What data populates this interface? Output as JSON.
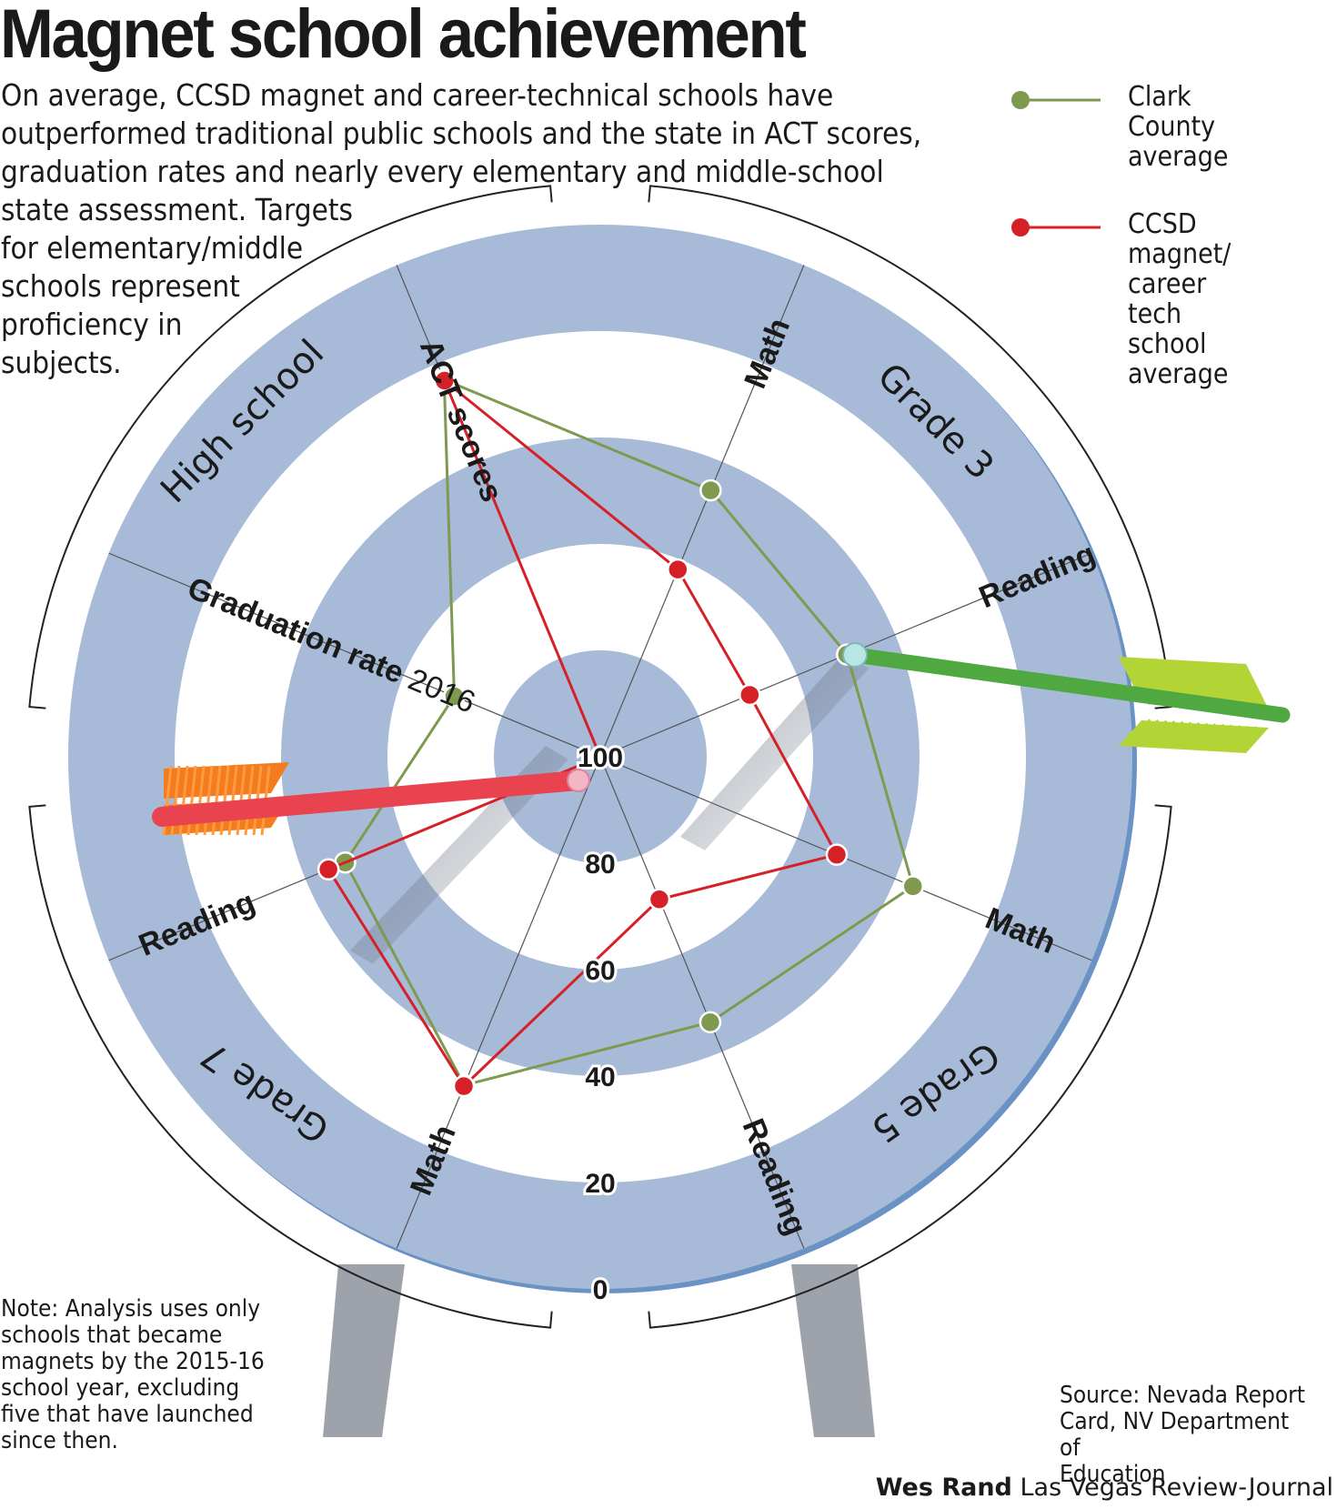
{
  "title": "Magnet school achievement",
  "intro_lines": [
    "On average, CCSD magnet and career-technical schools have",
    "outperformed traditional public schools and the state in ACT scores,",
    "graduation rates and nearly every elementary and middle-school",
    "state assessment. Targets",
    "for elementary/middle",
    "schools represent",
    "proficiency in",
    "subjects."
  ],
  "legend": {
    "series_0_line1": "Clark County",
    "series_0_line2": "average",
    "series_1_line1": "CCSD magnet/",
    "series_1_line2": "career tech",
    "series_1_line3": "school average"
  },
  "note": [
    "Note: Analysis uses only",
    "schools that became",
    "magnets by the 2015-16",
    "school year, excluding",
    "five that have launched",
    "since then."
  ],
  "source": [
    "Source: Nevada Report",
    "Card, NV Department of",
    "Education"
  ],
  "credit": {
    "author": "Wes Rand",
    "outlet": "Las Vegas Review-Journal"
  },
  "colors": {
    "ring_blue": "#a7bbd8",
    "rim_blue": "#6a92c4",
    "clark": "#7f9a4e",
    "ccsd": "#d62027",
    "arrow_green": "#4fa840",
    "arrow_lime": "#b3d435",
    "arrow_red": "#e8434e",
    "arrow_orange": "#f47c20",
    "stand": "#9ea2aa"
  },
  "chart_data": {
    "type": "radar",
    "scale": {
      "min": 0,
      "max": 100,
      "direction": "100 at center, 0 at outer edge"
    },
    "scale_ticks": [
      "100",
      "80",
      "60",
      "40",
      "20",
      "0"
    ],
    "groups": [
      {
        "name": "High school",
        "axes": [
          "ACT scores",
          "Graduation rate 2016"
        ]
      },
      {
        "name": "Grade 3",
        "axes": [
          "Math",
          "Reading"
        ]
      },
      {
        "name": "Grade 5",
        "axes": [
          "Math",
          "Reading"
        ]
      },
      {
        "name": "Grade 7",
        "axes": [
          "Math",
          "Reading"
        ]
      }
    ],
    "axes": [
      {
        "bold": "ACT scores",
        "light": ""
      },
      {
        "bold": "Math",
        "light": ""
      },
      {
        "bold": "Reading",
        "light": ""
      },
      {
        "bold": "Math",
        "light": ""
      },
      {
        "bold": "Reading",
        "light": ""
      },
      {
        "bold": "Math",
        "light": ""
      },
      {
        "bold": "Reading",
        "light": ""
      },
      {
        "bold": "Graduation rate",
        "light": "2016"
      }
    ],
    "series": [
      {
        "name": "Clark County average",
        "values": [
          23.3,
          45.8,
          49.8,
          36.4,
          46.0,
          33.2,
          48.1,
          70.3
        ]
      },
      {
        "name": "CCSD magnet/ career tech school average",
        "values": [
          23.5,
          61.9,
          69.6,
          51.9,
          71.0,
          33.0,
          44.7,
          100
        ]
      }
    ]
  }
}
